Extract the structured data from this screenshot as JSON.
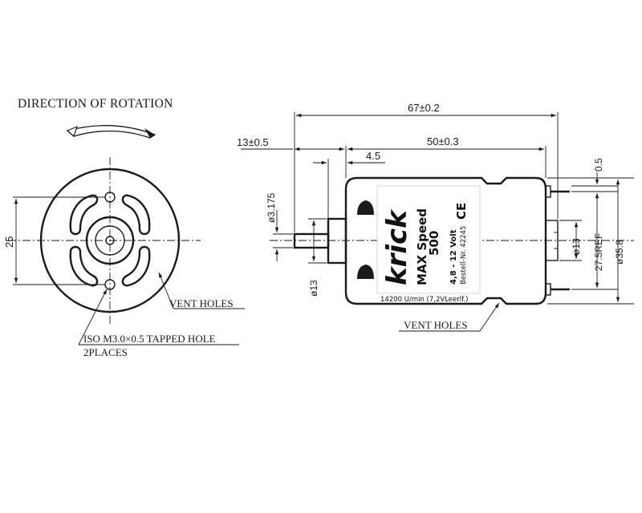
{
  "front_view": {
    "rotation_title": "DIRECTION OF ROTATION",
    "dim_height": "25",
    "vent_label": "VENT HOLES",
    "tapped_label_line1": "ISO M3.0×0.5 TAPPED HOLE",
    "tapped_label_line2": "2PLACES"
  },
  "side_view": {
    "dim_overall": "67±0.2",
    "dim_shaft": "13±0.5",
    "dim_body": "50±0.3",
    "dim_boss": "4.5",
    "dim_shaft_dia": "ø3.175",
    "dim_boss_dia": "ø13",
    "dim_rear_boss_dia": "ø13",
    "dim_ref": "27.5REF",
    "dim_body_dia": "ø35.8",
    "dim_terminal": "0.5",
    "vent_label": "VENT HOLES"
  },
  "label": {
    "brand": "krick",
    "model": "MAX Speed",
    "model_number": "500",
    "voltage": "4,8 - 12 Volt",
    "order_no": "Bestell-Nr. 42245",
    "ce_mark": "CE",
    "speed": "14200 U/min (7,2VLeerlf.)"
  }
}
